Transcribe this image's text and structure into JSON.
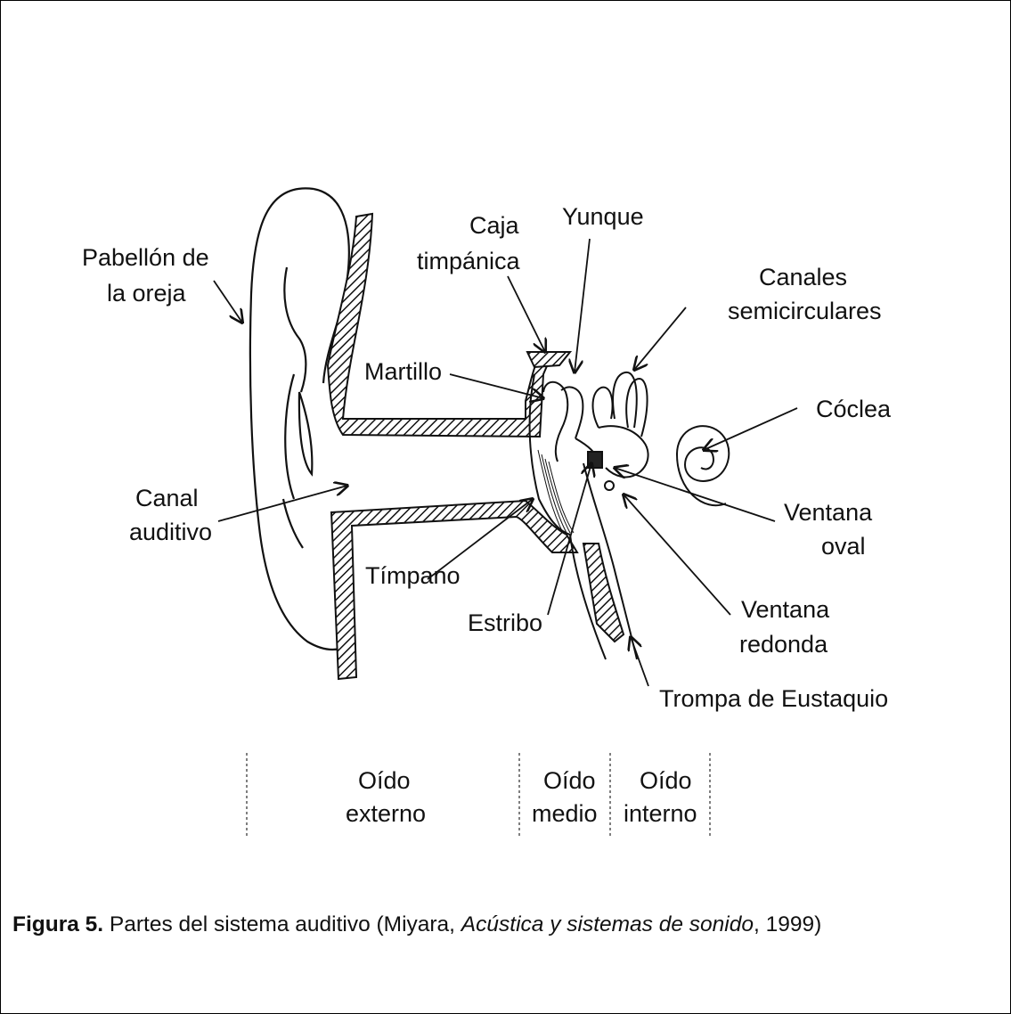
{
  "labels": {
    "pabellon_1": "Pabellón de",
    "pabellon_2": "la oreja",
    "caja_1": "Caja",
    "caja_2": "timpánica",
    "yunque": "Yunque",
    "canales_1": "Canales",
    "canales_2": "semicirculares",
    "martillo": "Martillo",
    "coclea": "Cóclea",
    "canal_1": "Canal",
    "canal_2": "auditivo",
    "ventana_oval_1": "Ventana",
    "ventana_oval_2": "oval",
    "timpano": "Tímpano",
    "estribo": "Estribo",
    "ventana_redonda_1": "Ventana",
    "ventana_redonda_2": "redonda",
    "trompa": "Trompa de Eustaquio"
  },
  "sections": {
    "externo_1": "Oído",
    "externo_2": "externo",
    "medio_1": "Oído",
    "medio_2": "medio",
    "interno_1": "Oído",
    "interno_2": "interno"
  },
  "caption": {
    "figure": "Figura 5.",
    "text": " Partes del sistema auditivo (Miyara, ",
    "book": "Acústica y sistemas de sonido",
    "tail": ", 1999)"
  }
}
